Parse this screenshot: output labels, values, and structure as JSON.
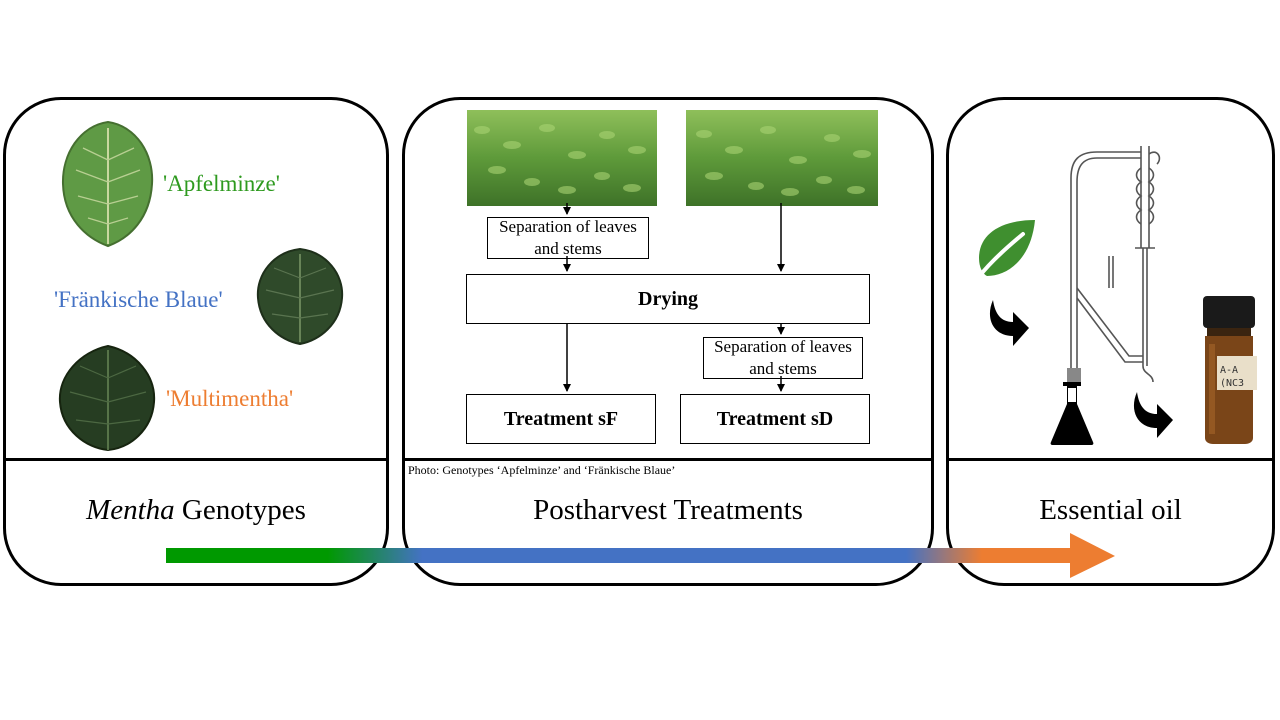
{
  "panels": {
    "left": {
      "title_italic": "Mentha",
      "title_rest": " Genotypes",
      "genotypes": [
        {
          "label": "'Apfelminze'",
          "color": "#2e9a1f"
        },
        {
          "label": "'Fränkische Blaue'",
          "color": "#4472c4"
        },
        {
          "label": "'Multimentha'",
          "color": "#ed7d31"
        }
      ]
    },
    "middle": {
      "title": "Postharvest Treatments",
      "caption": "Photo: Genotypes ‘Apfelminze’ and ‘Fränkische Blaue’",
      "flow": {
        "separation_1": "Separation of leaves and stems",
        "drying": "Drying",
        "separation_2": "Separation of leaves and stems",
        "treatment_sf": "Treatment sF",
        "treatment_sd": "Treatment sD"
      }
    },
    "right": {
      "title": "Essential oil",
      "vial_label": "A-A (NC3"
    }
  },
  "colors": {
    "green": "#009900",
    "blue": "#4472c4",
    "orange": "#ed7d31",
    "leaf_icon": "#3f8f2f"
  },
  "icons": [
    "leaf-icon",
    "curved-arrow-icon",
    "flask-icon",
    "distillation-apparatus-icon",
    "vial-icon"
  ]
}
